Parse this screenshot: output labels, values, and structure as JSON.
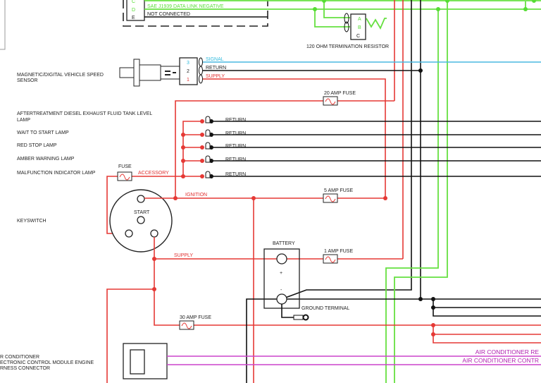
{
  "top_connector": {
    "pins": [
      "C",
      "D",
      "E"
    ],
    "wire_d_label": "SAE J1939 DATA LINK NEGATIVE",
    "wire_e_label": "NOT CONNECTED"
  },
  "resistor": {
    "pins": [
      "A",
      "B",
      "C"
    ],
    "label": "120 OHM TERMINATION RESISTOR"
  },
  "speed_sensor": {
    "label_line1": "MAGNETIC/DIGITAL VEHICLE SPEED",
    "label_line2": "SENSOR",
    "pins": [
      "3",
      "2",
      "1"
    ],
    "wires": [
      "SIGNAL",
      "RETURN",
      "SUPPLY"
    ]
  },
  "fuses": {
    "f20": "20 AMP FUSE",
    "f5": "5 AMP FUSE",
    "f1": "1 AMP FUSE",
    "f30": "30 AMP FUSE",
    "acc": "FUSE"
  },
  "lamps": [
    {
      "label_line1": "AFTERTREATMENT DIESEL EXHAUST FLUID TANK LEVEL",
      "label_line2": "LAMP",
      "wire": "RETURN"
    },
    {
      "label_line1": "WAIT TO START LAMP",
      "label_line2": "",
      "wire": "RETURN"
    },
    {
      "label_line1": "RED STOP LAMP",
      "label_line2": "",
      "wire": "RETURN"
    },
    {
      "label_line1": "AMBER WARNING LAMP",
      "label_line2": "",
      "wire": "RETURN"
    },
    {
      "label_line1": "MALFUNCTION INDICATOR LAMP",
      "label_line2": "",
      "wire": "RETURN"
    }
  ],
  "keyswitch": {
    "label": "KEYSWITCH",
    "start": "START",
    "accessory": "ACCESSORY",
    "ignition": "IGNITION",
    "supply": "SUPPLY"
  },
  "battery": {
    "label": "BATTERY",
    "plus": "+",
    "minus": "-",
    "ground": "GROUND TERMINAL"
  },
  "ecm": {
    "label_line1": "R CONDITIONER",
    "label_line2": "ECTRONIC CONTROL MODULE ENGINE",
    "label_line3": "RNESS CONNECTOR",
    "wire1": "AIR CONDITIONER RE",
    "wire2": "AIR CONDITIONER CONTR"
  },
  "colors": {
    "power": "#e53935",
    "ground": "#111111",
    "datalink": "#66e040",
    "signal": "#4ab8e0",
    "ac": "#cc44cc"
  }
}
